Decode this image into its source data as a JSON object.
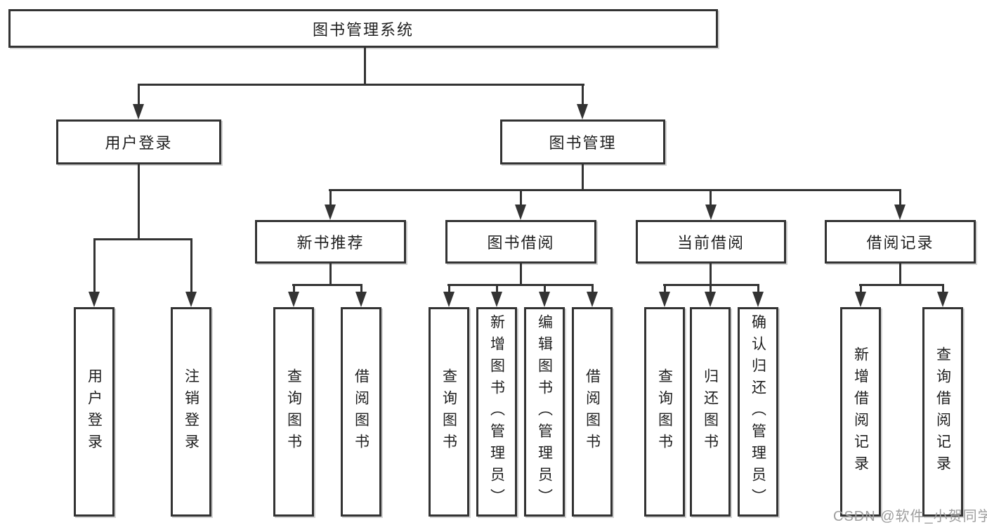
{
  "diagram": {
    "root": {
      "label": "图书管理系统",
      "children": [
        {
          "label": "用户登录",
          "children": [
            {
              "label": "用户登录"
            },
            {
              "label": "注销登录"
            }
          ]
        },
        {
          "label": "图书管理",
          "children": [
            {
              "label": "新书推荐",
              "children": [
                {
                  "label": "查询图书"
                },
                {
                  "label": "借阅图书"
                }
              ]
            },
            {
              "label": "图书借阅",
              "children": [
                {
                  "label": "查询图书"
                },
                {
                  "label": "新增图书（管理员）"
                },
                {
                  "label": "编辑图书（管理员）"
                },
                {
                  "label": "借阅图书"
                }
              ]
            },
            {
              "label": "当前借阅",
              "children": [
                {
                  "label": "查询图书"
                },
                {
                  "label": "归还图书"
                },
                {
                  "label": "确认归还（管理员）"
                }
              ]
            },
            {
              "label": "借阅记录",
              "children": [
                {
                  "label": "新增借阅记录"
                },
                {
                  "label": "查询借阅记录"
                }
              ]
            }
          ]
        }
      ]
    },
    "watermark": "CSDN @软件_小贺同学",
    "colors": {
      "line": "#333333",
      "text": "#1f1f1f",
      "watermark": "#9e9e9e",
      "background": "#ffffff"
    }
  }
}
